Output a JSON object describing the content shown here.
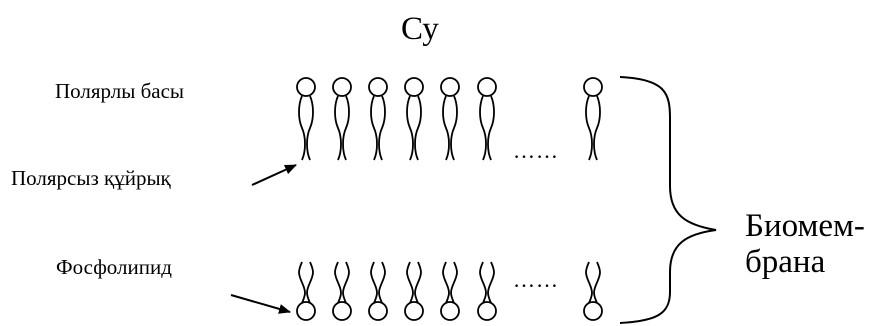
{
  "diagram": {
    "title": "Су",
    "labels": {
      "polar_head": "Полярлы басы",
      "nonpolar_tail": "Полярсыз құйрық",
      "phospholipid": "Фосфолипид",
      "biomembrane_line1": "Биомем-",
      "biomembrane_line2": "брана"
    },
    "ellipsis_top": "……",
    "ellipsis_bottom": "……"
  }
}
